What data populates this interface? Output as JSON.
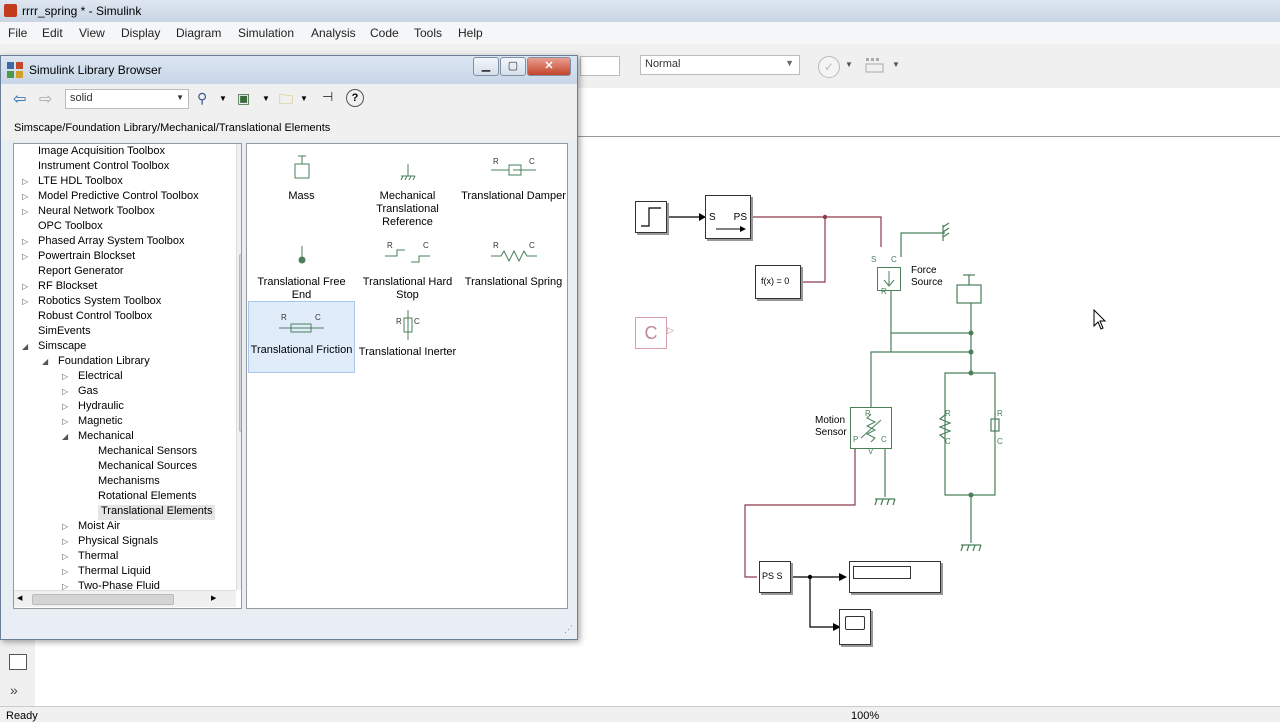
{
  "window": {
    "title": "rrrr_spring * - Simulink"
  },
  "menu": [
    "File",
    "Edit",
    "View",
    "Display",
    "Diagram",
    "Simulation",
    "Analysis",
    "Code",
    "Tools",
    "Help"
  ],
  "toolbar": {
    "sim_mode": "Normal"
  },
  "library_browser": {
    "title": "Simulink Library Browser",
    "search_value": "solid",
    "path": "Simscape/Foundation Library/Mechanical/Translational Elements",
    "tree": [
      {
        "label": "Image Acquisition Toolbox",
        "level": 1,
        "twisty": ""
      },
      {
        "label": "Instrument Control Toolbox",
        "level": 1,
        "twisty": ""
      },
      {
        "label": "LTE HDL Toolbox",
        "level": 1,
        "twisty": "▷"
      },
      {
        "label": "Model Predictive Control Toolbox",
        "level": 1,
        "twisty": "▷"
      },
      {
        "label": "Neural Network Toolbox",
        "level": 1,
        "twisty": "▷"
      },
      {
        "label": "OPC Toolbox",
        "level": 1,
        "twisty": ""
      },
      {
        "label": "Phased Array System Toolbox",
        "level": 1,
        "twisty": "▷"
      },
      {
        "label": "Powertrain Blockset",
        "level": 1,
        "twisty": "▷"
      },
      {
        "label": "Report Generator",
        "level": 1,
        "twisty": ""
      },
      {
        "label": "RF Blockset",
        "level": 1,
        "twisty": "▷"
      },
      {
        "label": "Robotics System Toolbox",
        "level": 1,
        "twisty": "▷"
      },
      {
        "label": "Robust Control Toolbox",
        "level": 1,
        "twisty": ""
      },
      {
        "label": "SimEvents",
        "level": 1,
        "twisty": ""
      },
      {
        "label": "Simscape",
        "level": 1,
        "twisty": "◢"
      },
      {
        "label": "Foundation Library",
        "level": 2,
        "twisty": "◢"
      },
      {
        "label": "Electrical",
        "level": 3,
        "twisty": "▷"
      },
      {
        "label": "Gas",
        "level": 3,
        "twisty": "▷"
      },
      {
        "label": "Hydraulic",
        "level": 3,
        "twisty": "▷"
      },
      {
        "label": "Magnetic",
        "level": 3,
        "twisty": "▷"
      },
      {
        "label": "Mechanical",
        "level": 3,
        "twisty": "◢"
      },
      {
        "label": "Mechanical Sensors",
        "level": 4,
        "twisty": ""
      },
      {
        "label": "Mechanical Sources",
        "level": 4,
        "twisty": ""
      },
      {
        "label": "Mechanisms",
        "level": 4,
        "twisty": ""
      },
      {
        "label": "Rotational Elements",
        "level": 4,
        "twisty": ""
      },
      {
        "label": "Translational Elements",
        "level": 4,
        "twisty": "",
        "selected": true
      },
      {
        "label": "Moist Air",
        "level": 3,
        "twisty": "▷"
      },
      {
        "label": "Physical Signals",
        "level": 3,
        "twisty": "▷"
      },
      {
        "label": "Thermal",
        "level": 3,
        "twisty": "▷"
      },
      {
        "label": "Thermal Liquid",
        "level": 3,
        "twisty": "▷"
      },
      {
        "label": "Two-Phase Fluid",
        "level": 3,
        "twisty": "▷"
      }
    ],
    "blocks": [
      {
        "label": "Mass",
        "icon": "mass-icon"
      },
      {
        "label": "Mechanical Translational Reference",
        "icon": "reference-icon"
      },
      {
        "label": "Translational Damper",
        "icon": "damper-icon"
      },
      {
        "label": "Translational Free End",
        "icon": "free-end-icon"
      },
      {
        "label": "Translational Hard Stop",
        "icon": "hard-stop-icon"
      },
      {
        "label": "Translational Spring",
        "icon": "spring-icon"
      },
      {
        "label": "Translational Friction",
        "icon": "friction-icon",
        "selected": true
      },
      {
        "label": "Translational Inerter",
        "icon": "inerter-icon"
      }
    ]
  },
  "diagram": {
    "sps_s": "S",
    "sps_ps": "PS",
    "fcn": "f(x) = 0",
    "c_block": "C",
    "force_source_1": "Force",
    "force_source_2": "Source",
    "motion_sensor_1": "Motion",
    "motion_sensor_2": "Sensor",
    "port_s": "S",
    "port_c": "C",
    "port_r": "R",
    "port_p": "P",
    "port_v": "V",
    "ps_s_block": "PS  S"
  },
  "status": {
    "left": "Ready",
    "zoom": "100%"
  },
  "colors": {
    "signal": "#000000",
    "physical": "#4a7f5a",
    "connection": "#8b3a4a"
  }
}
